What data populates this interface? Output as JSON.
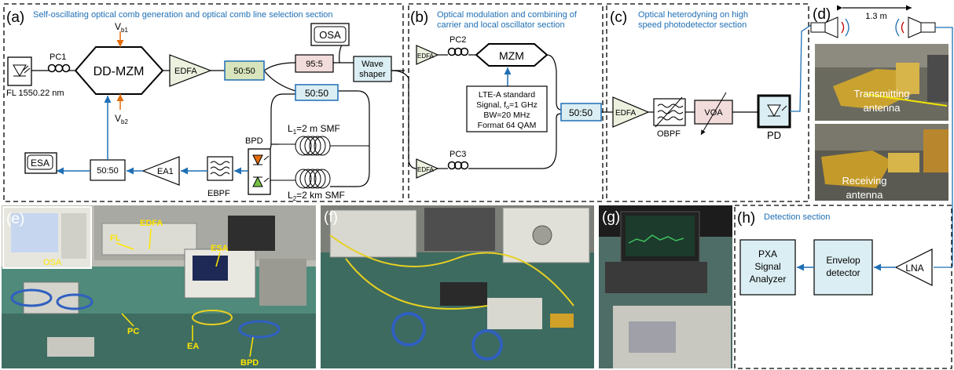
{
  "sections": {
    "a": {
      "letter": "(a)",
      "title": "Self-oscillating optical comb generation and optical comb line selection section"
    },
    "b": {
      "letter": "(b)",
      "title_lines": [
        "Optical modulation and combining of",
        "carrier and local oscillator section"
      ]
    },
    "c": {
      "letter": "(c)",
      "title_lines": [
        "Optical heterodyning on high",
        "speed photodetector section"
      ]
    },
    "d": {
      "letter": "(d)",
      "distance": "1.3 m"
    },
    "e": {
      "letter": "(e)"
    },
    "f": {
      "letter": "(f)"
    },
    "g": {
      "letter": "(g)"
    },
    "h": {
      "letter": "(h)",
      "title": "Detection section"
    }
  },
  "section_a": {
    "laser_label": "FL 1550.22 nm",
    "pc1": "PC1",
    "mzm": "DD-MZM",
    "vb1": "V",
    "vb1_sub": "b1",
    "vb2": "V",
    "vb2_sub": "b2",
    "edfa": "EDFA",
    "coupler_top": "50:50",
    "coupler_mid": "50:50",
    "coupler_bottom": "50:50",
    "splitter_95": "95:5",
    "osa": "OSA",
    "waveshaper_lines": [
      "Wave",
      "shaper"
    ],
    "l1_label": "L",
    "l1_sub": "1",
    "l1_rest": "=2 m SMF",
    "l2_label": "L",
    "l2_sub": "2",
    "l2_rest": "=2 km SMF",
    "bpd": "BPD",
    "ebpf": "EBPF",
    "ea1": "EA1",
    "esa": "ESA"
  },
  "section_b": {
    "edfa_top": "EDFA",
    "edfa_bottom": "EDFA",
    "pc2": "PC2",
    "pc3": "PC3",
    "mzm": "MZM",
    "lte_lines": [
      "LTE-A standard",
      "Signal, f",
      "BW=20 MHz",
      "Format 64 QAM"
    ],
    "lte_line2_sub": "o",
    "lte_line2_rest": "=1 GHz",
    "coupler": "50:50"
  },
  "section_c": {
    "edfa": "EDFA",
    "obpf": "OBPF",
    "voa": "VOA",
    "pd": "PD"
  },
  "section_d": {
    "tx_label_lines": [
      "Transmitting",
      "antenna"
    ],
    "rx_label_lines": [
      "Receiving",
      "antenna"
    ]
  },
  "section_e": {
    "labels": [
      "OSA",
      "FL",
      "EDFA",
      "ESA",
      "PC",
      "EA",
      "BPD"
    ]
  },
  "section_h": {
    "pxa_lines": [
      "PXA",
      "Signal",
      "Analyzer"
    ],
    "env_lines": [
      "Envelop",
      "detector"
    ],
    "lna": "LNA"
  },
  "colors": {
    "box_fill": "#dbeef3",
    "amp_fill": "#ebf1de",
    "splitter_fill": "#f2dcdb",
    "coupler_green": "#d7e4bc",
    "arrow_blue": "#1f6fb5",
    "bias_orange": "#e46c0a",
    "title_blue": "#1f6fb5",
    "photo_label_yellow": "#ffe600"
  }
}
